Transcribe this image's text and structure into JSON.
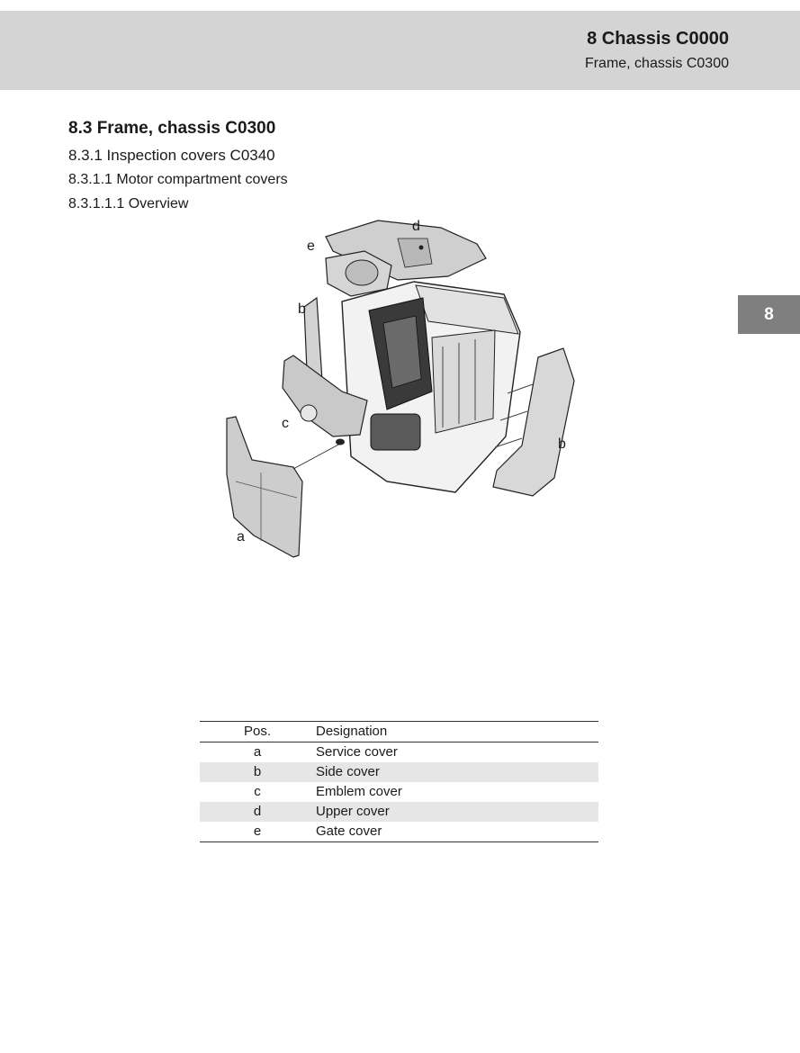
{
  "header": {
    "chapter": "8 Chassis C0000",
    "section": "Frame, chassis C0300"
  },
  "chapter_tab": "8",
  "headings": {
    "h1": "8.3 Frame, chassis C0300",
    "h2": "8.3.1 Inspection covers C0340",
    "h3": "8.3.1.1 Motor compartment covers",
    "h4": "8.3.1.1.1 Overview"
  },
  "figure": {
    "callouts": {
      "a": "a",
      "b": "b",
      "c": "c",
      "d": "d",
      "e": "e"
    }
  },
  "table": {
    "headers": {
      "pos": "Pos.",
      "designation": "Designation"
    },
    "rows": [
      {
        "pos": "a",
        "designation": "Service cover"
      },
      {
        "pos": "b",
        "designation": "Side cover"
      },
      {
        "pos": "c",
        "designation": "Emblem cover"
      },
      {
        "pos": "d",
        "designation": "Upper cover"
      },
      {
        "pos": "e",
        "designation": "Gate cover"
      }
    ]
  },
  "colors": {
    "header_band": "#d4d4d4",
    "chapter_tab": "#7f7f7f",
    "table_row_shade": "#e6e6e6"
  }
}
